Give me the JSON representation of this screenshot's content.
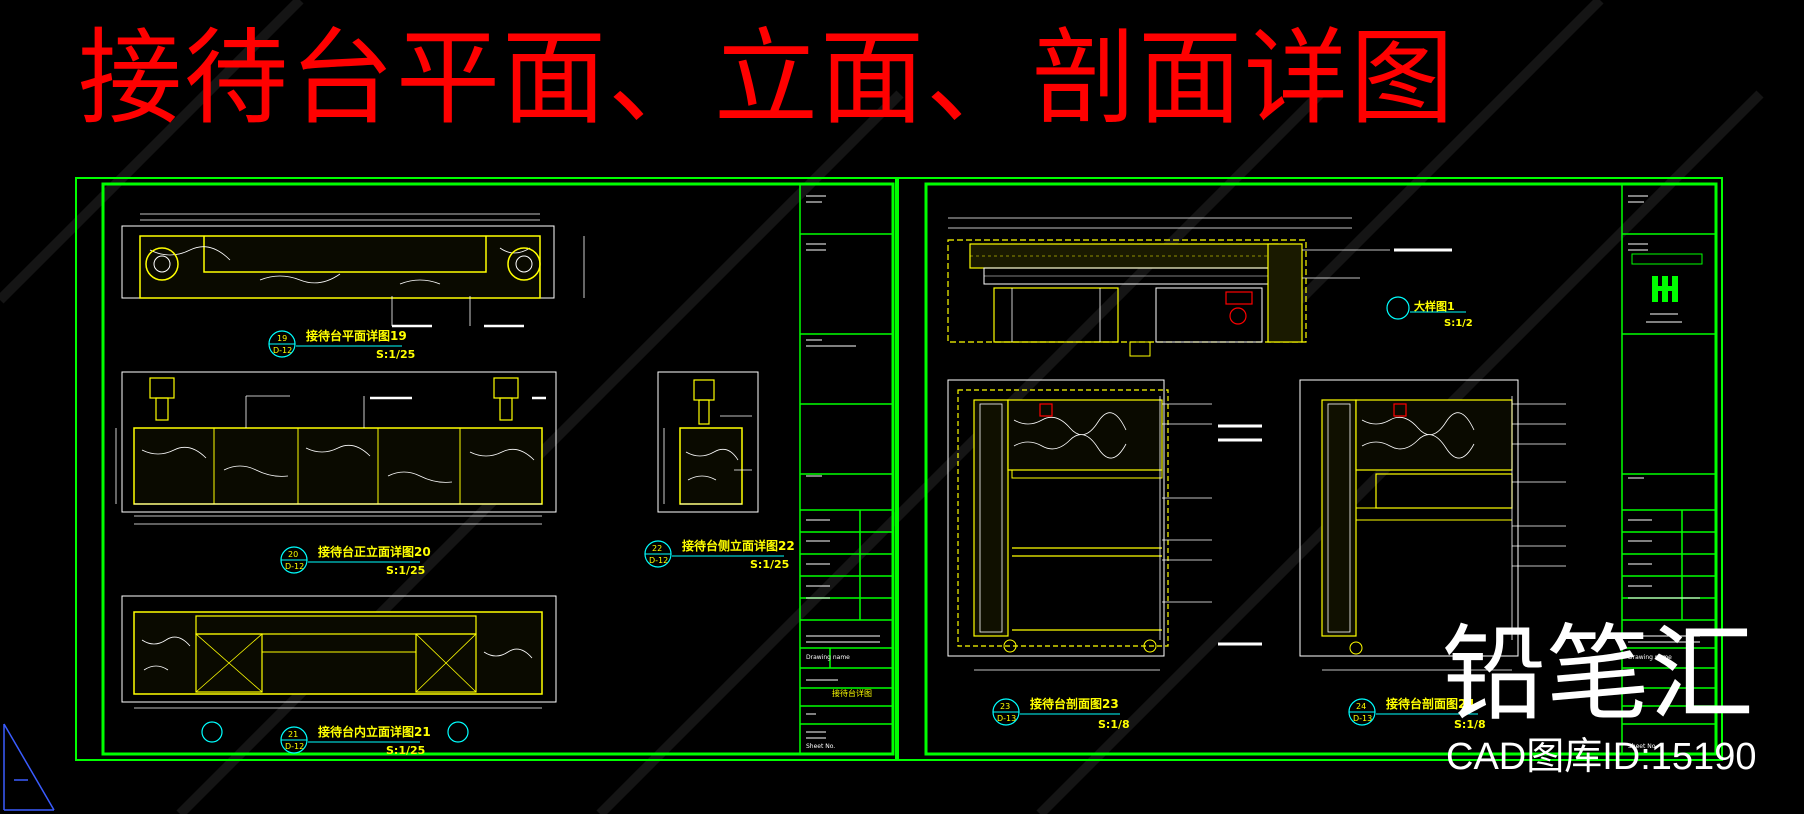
{
  "header": {
    "title": "接待台平面、立面、剖面详图"
  },
  "watermark": {
    "brand": "铅笔汇",
    "id_text": "CAD图库ID:15190"
  },
  "sheet_left": {
    "views": [
      {
        "num": "19",
        "ref": "D-12",
        "name": "接待台平面详图19",
        "scale": "S:1/25"
      },
      {
        "num": "20",
        "ref": "D-12",
        "name": "接待台正立面详图20",
        "scale": "S:1/25"
      },
      {
        "num": "22",
        "ref": "D-12",
        "name": "接待台侧立面详图22",
        "scale": "S:1/25"
      },
      {
        "num": "21",
        "ref": "D-12",
        "name": "接待台内立面详图21",
        "scale": "S:1/25"
      }
    ],
    "title_block": {
      "drawing_name": "接待台详图",
      "drawing_label": "Drawing name",
      "sheet_label": "Sheet No."
    }
  },
  "sheet_right": {
    "views": [
      {
        "num": "23",
        "ref": "D-13",
        "name": "接待台剖面图23",
        "scale": "S:1/8"
      },
      {
        "num": "24",
        "ref": "D-13",
        "name": "接待台剖面图24",
        "scale": "S:1/8"
      }
    ],
    "detail": {
      "name": "大样图1",
      "scale": "S:1/2"
    },
    "title_block": {
      "drawing_label": "Drawing name",
      "sheet_label": "Sheet No."
    }
  },
  "colors": {
    "background": "#000000",
    "frame": "#00ff00",
    "title": "#ff0000",
    "linework": "#ffff00",
    "label": "#ffff00",
    "bubble": "#00ffff",
    "text_white": "#ffffff"
  }
}
